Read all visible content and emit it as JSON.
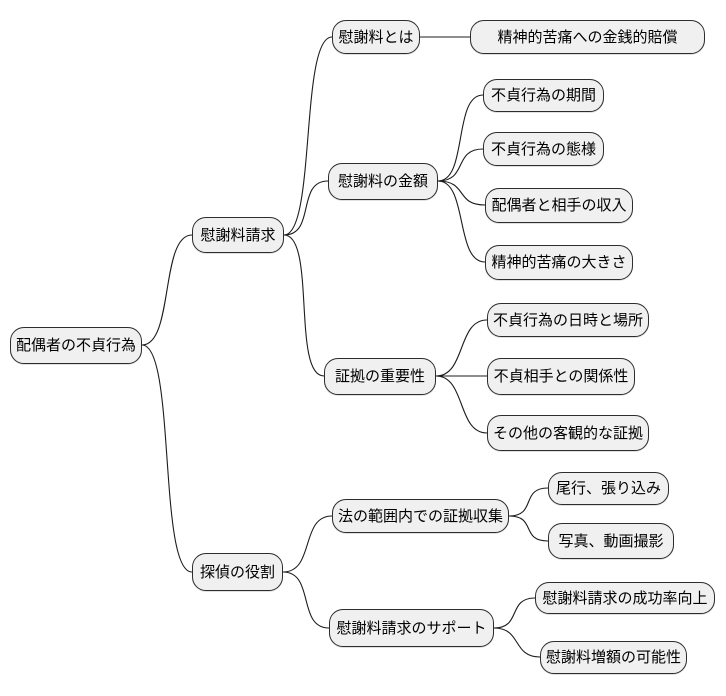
{
  "diagram": {
    "type": "mindmap",
    "root_label": "配偶者の不貞行為",
    "colors": {
      "background": "#ffffff",
      "node_fill": "#f0f0f0",
      "node_border": "#2d2d2d",
      "edge": "#1c1c1c",
      "text": "#000000"
    }
  },
  "nodes": [
    {
      "id": "root",
      "label": "配偶者の不貞行為",
      "level": 1,
      "parent": null
    },
    {
      "id": "isharyo-seikyu",
      "label": "慰謝料請求",
      "level": 2,
      "parent": "root"
    },
    {
      "id": "tantei-yakuwari",
      "label": "探偵の役割",
      "level": 2,
      "parent": "root"
    },
    {
      "id": "isharyo-towa",
      "label": "慰謝料とは",
      "level": 3,
      "parent": "isharyo-seikyu"
    },
    {
      "id": "isharyo-kingaku",
      "label": "慰謝料の金額",
      "level": 3,
      "parent": "isharyo-seikyu"
    },
    {
      "id": "shoko-juyosei",
      "label": "証拠の重要性",
      "level": 3,
      "parent": "isharyo-seikyu"
    },
    {
      "id": "ho-no-hani-shushu",
      "label": "法の範囲内での証拠収集",
      "level": 3,
      "parent": "tantei-yakuwari"
    },
    {
      "id": "seikyu-support",
      "label": "慰謝料請求のサポート",
      "level": 3,
      "parent": "tantei-yakuwari"
    },
    {
      "id": "kinsen-baisho",
      "label": "精神的苦痛への金銭的賠償",
      "level": 4,
      "parent": "isharyo-towa"
    },
    {
      "id": "futei-kikan",
      "label": "不貞行為の期間",
      "level": 4,
      "parent": "isharyo-kingaku"
    },
    {
      "id": "futei-taiyo",
      "label": "不貞行為の態様",
      "level": 4,
      "parent": "isharyo-kingaku"
    },
    {
      "id": "aite-shunyu",
      "label": "配偶者と相手の収入",
      "level": 4,
      "parent": "isharyo-kingaku"
    },
    {
      "id": "kutsu-okisa",
      "label": "精神的苦痛の大きさ",
      "level": 4,
      "parent": "isharyo-kingaku"
    },
    {
      "id": "nichiji-basho",
      "label": "不貞行為の日時と場所",
      "level": 4,
      "parent": "shoko-juyosei"
    },
    {
      "id": "kankeisei",
      "label": "不貞相手との関係性",
      "level": 4,
      "parent": "shoko-juyosei"
    },
    {
      "id": "kyakkan-shoko",
      "label": "その他の客観的な証拠",
      "level": 4,
      "parent": "shoko-juyosei"
    },
    {
      "id": "biko-harikomi",
      "label": "尾行、張り込み",
      "level": 4,
      "parent": "ho-no-hani-shushu"
    },
    {
      "id": "shashin-doga",
      "label": "写真、動画撮影",
      "level": 4,
      "parent": "ho-no-hani-shushu"
    },
    {
      "id": "seikoritsu-kojo",
      "label": "慰謝料請求の成功率向上",
      "level": 4,
      "parent": "seikyu-support"
    },
    {
      "id": "zogaku-kanosei",
      "label": "慰謝料増額の可能性",
      "level": 4,
      "parent": "seikyu-support"
    }
  ]
}
